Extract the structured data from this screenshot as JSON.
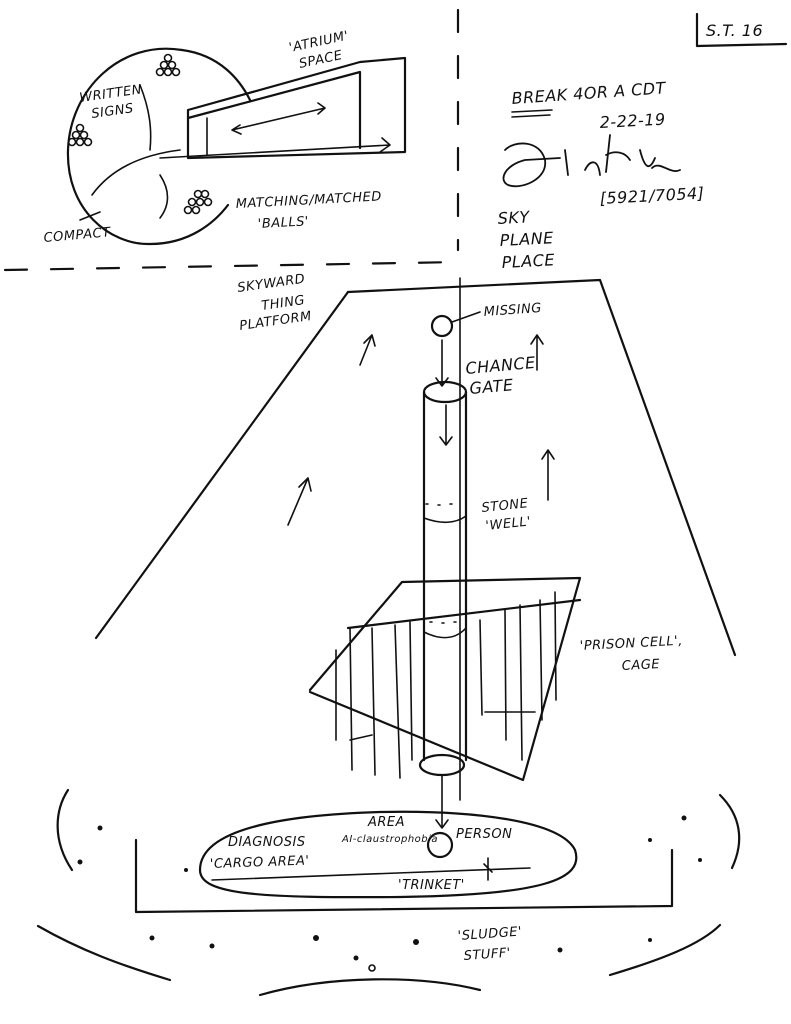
{
  "page_id": "S.T. 16",
  "header": {
    "line1": "BREAK 4OR A CDT",
    "date": "2-22-19",
    "ref": "[5921/7054]"
  },
  "inset": {
    "written_signs": [
      "WRITTEN",
      "SIGNS"
    ],
    "atrium_space": [
      "'ATRIUM'",
      "SPACE"
    ],
    "matching_balls": [
      "MATCHING/MATCHED",
      "'BALLS'"
    ],
    "compact": "COMPACT"
  },
  "main": {
    "sky_plane_place": [
      "SKY",
      "PLANE",
      "PLACE"
    ],
    "skyward_thing_platform": [
      "SKYWARD",
      "THING",
      "PLATFORM"
    ],
    "missing": "MISSING",
    "chance_gate": [
      "CHANCE",
      "GATE"
    ],
    "stone_well": [
      "STONE",
      "'WELL'"
    ],
    "prison_cell": [
      "'PRISON CELL',",
      "CAGE"
    ],
    "area": "AREA",
    "ai_claustrophobia": "AI-claustrophobia",
    "diagnosis": "DIAGNOSIS",
    "cargo_area": "'CARGO AREA'",
    "person": "PERSON",
    "trinket": "'TRINKET'",
    "sludge_stuff": [
      "'SLUDGE'",
      "STUFF'"
    ]
  },
  "colors": {
    "ink": "#111111",
    "paper": "#ffffff"
  }
}
